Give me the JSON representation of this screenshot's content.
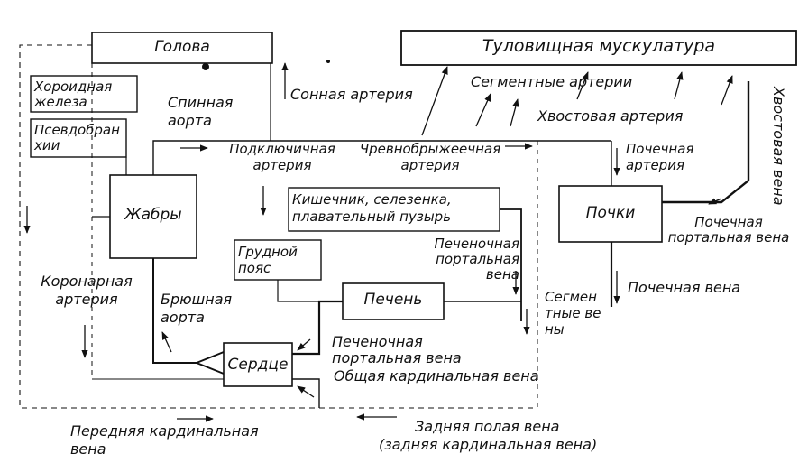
{
  "boxes": {
    "head": "Голова",
    "trunk_muscles": "Туловищная мускулатура",
    "choroid_gland": "Хороидная железа",
    "pseudobranch": "Псевдобранхии",
    "gills": "Жабры",
    "pectoral_girdle": "Грудной пояс",
    "intestine": "Кишечник, селезенка, плавательный пузырь",
    "liver": "Печень",
    "heart": "Сердце",
    "kidneys": "Почки"
  },
  "labels": {
    "dorsal_aorta": "Спинная аорта",
    "carotid_artery": "Сонная артерия",
    "segmental_arteries": "Сегментные артерии",
    "caudal_artery": "Хвостовая артерия",
    "caudal_vein": "Хвостовая вена",
    "subclavian_artery": "Подключичная артерия",
    "celiac_mesenteric_artery": "Чревнобрыжеечная артерия",
    "renal_artery": "Почечная артерия",
    "hepatic_portal_vein_1": "Печеночная портальная вена",
    "renal_portal_vein": "Почечная портальная вена",
    "renal_vein": "Почечная вена",
    "coronary_artery": "Коронарная артерия",
    "ventral_aorta": "Брюшная аорта",
    "segmental_veins": "Сегментные вены",
    "hepatic_portal_vein_2": "Печеночная портальная вена",
    "common_cardinal_vein": "Общая кардинальная вена",
    "anterior_cardinal_vein": "Передняя кардинальная вена",
    "posterior_vena_cava": "Задняя полая вена",
    "posterior_cardinal_vein": "(задняя кардинальная вена)"
  }
}
